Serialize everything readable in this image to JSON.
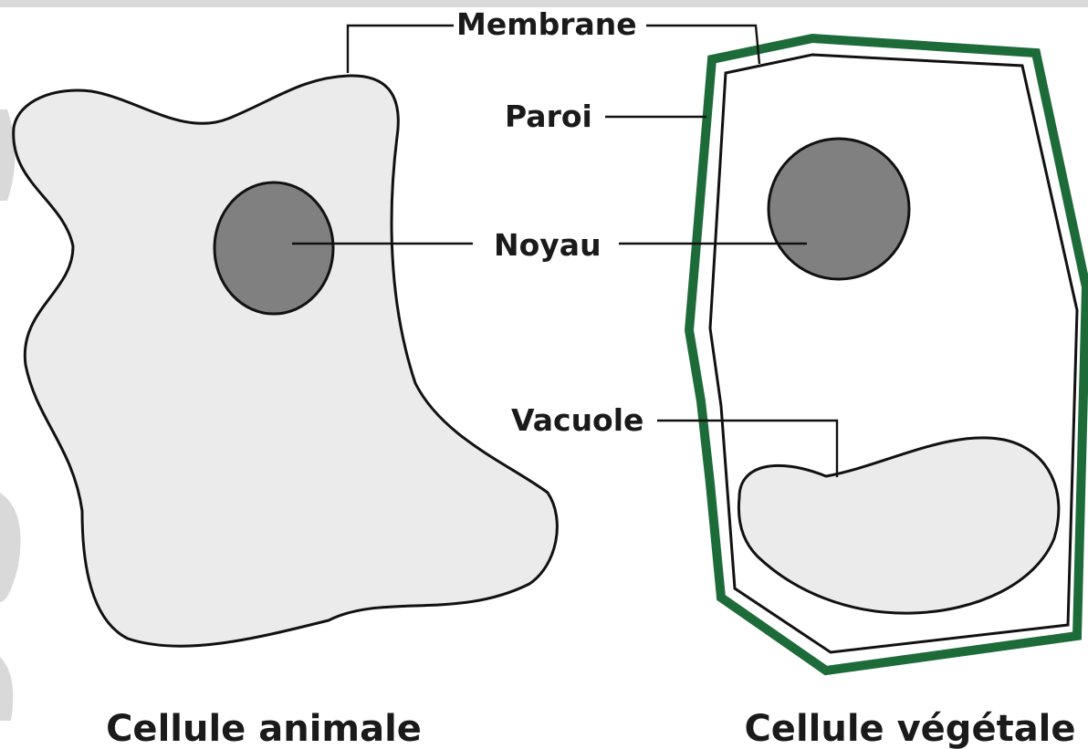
{
  "labels": {
    "membrane": "Membrane",
    "paroi": "Paroi",
    "noyau": "Noyau",
    "vacuole": "Vacuole"
  },
  "captions": {
    "animal": "Cellule animale",
    "plant": "Cellule végétale"
  },
  "colors": {
    "cytoplasm": "#ebebeb",
    "nucleus": "#808080",
    "outline": "#111111",
    "cell_wall": "#1e6b3a",
    "watermark": "#d9d9d9",
    "background": "#ffffff"
  }
}
